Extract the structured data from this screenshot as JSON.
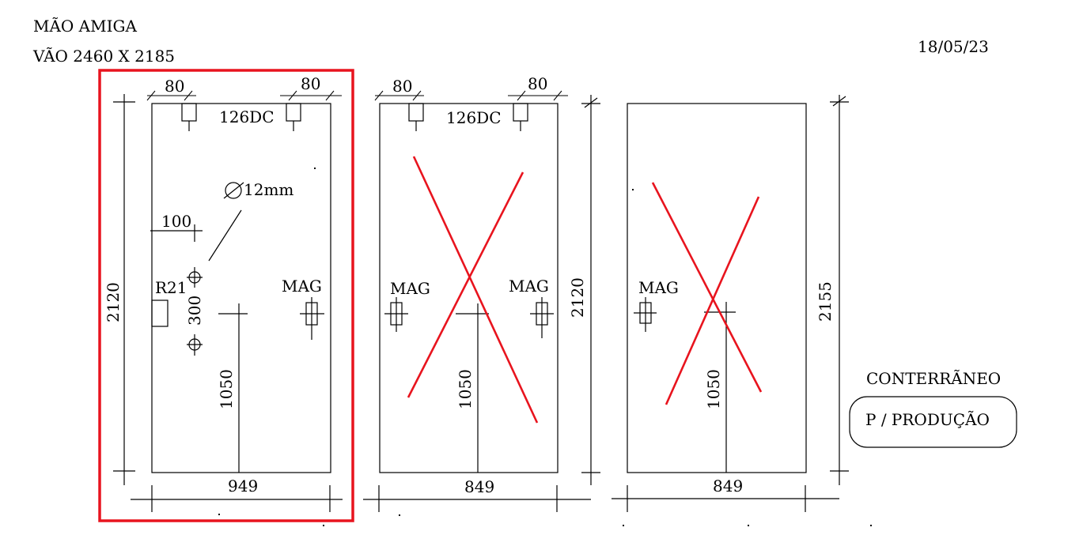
{
  "header": {
    "client": "MÃO  AMIGA",
    "opening": "VÃO 2460 X 2185",
    "date": "18/05/23"
  },
  "doors": [
    {
      "top_left_offset": "80",
      "top_right_offset": "80",
      "hinge_code": "126DC",
      "hole_diameter": "12mm",
      "handle_offset": "100",
      "lock_code": "R21",
      "handle_spacing": "300",
      "magnet_right": "MAG",
      "height_to_center": "1050",
      "height": "2120",
      "width": "949"
    },
    {
      "top_left_offset": "80",
      "top_right_offset": "80",
      "hinge_code": "126DC",
      "magnet_left": "MAG",
      "magnet_right": "MAG",
      "height_to_center": "1050",
      "height": "2120",
      "width": "849"
    },
    {
      "magnet_left": "MAG",
      "height_to_center": "1050",
      "height": "2155",
      "width": "849"
    }
  ],
  "notes": {
    "company": "CONTERRÃNEO",
    "status": "P / PRODUÇÃO"
  },
  "colors": {
    "highlight_frame": "#e8141e",
    "cancel_mark": "#e8141e",
    "line": "#000000"
  }
}
